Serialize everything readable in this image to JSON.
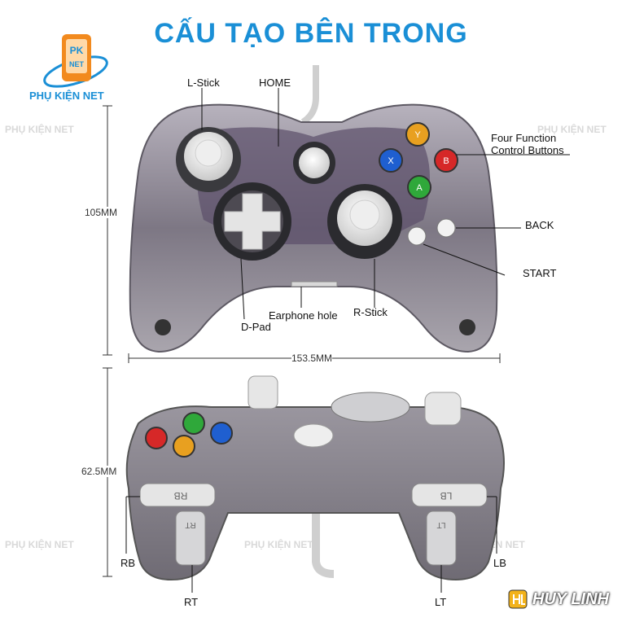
{
  "title": "CẤU TẠO BÊN TRONG",
  "logo": {
    "badge_top": "PK",
    "badge_bottom": "NET",
    "name": "PHỤ KIỆN NET"
  },
  "watermark": "PHỤ KIỆN NET",
  "brand": "HUY LINH",
  "top_view": {
    "labels": {
      "lstick": "L-Stick",
      "home": "HOME",
      "four_function_line1": "Four Function",
      "four_function_line2": "Control Buttons",
      "back": "BACK",
      "start": "START",
      "dpad": "D-Pad",
      "earphone": "Earphone hole",
      "rstick": "R-Stick"
    },
    "height_dim": "105MM",
    "width_dim": "153.5MM"
  },
  "back_view": {
    "height_dim": "62.5MM",
    "labels": {
      "rb": "RB",
      "rt": "RT",
      "lb": "LB",
      "lt": "LT"
    },
    "bumper_text": {
      "rb": "RB",
      "lb": "LB",
      "rt": "RT",
      "lt": "LT"
    }
  },
  "colors": {
    "title": "#1a8fd6",
    "body": "#8a8590",
    "button_y": "#e8a020",
    "button_b": "#d62828",
    "button_a": "#2fa83a",
    "button_x": "#1f5fd0"
  },
  "face_buttons": {
    "y": "Y",
    "b": "B",
    "a": "A",
    "x": "X"
  }
}
